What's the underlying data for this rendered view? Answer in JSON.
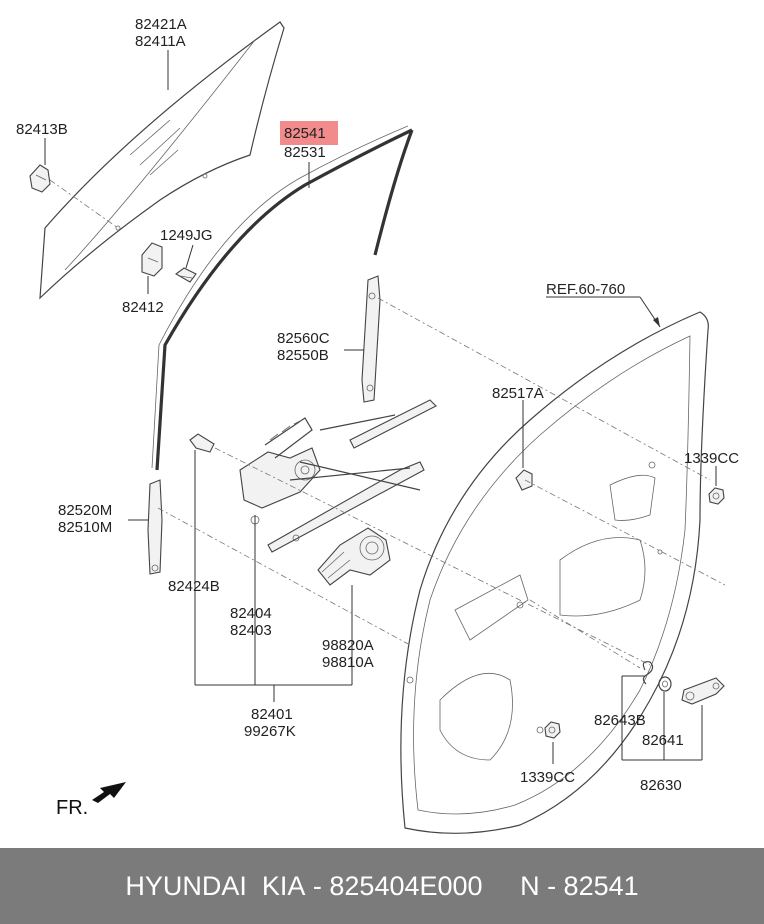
{
  "labels": {
    "p82421A": "82421A",
    "p82411A": "82411A",
    "p82413B": "82413B",
    "p1249JG": "1249JG",
    "p82412": "82412",
    "p82541": "82541",
    "p82531": "82531",
    "pREF": "REF.60-760",
    "p82560C": "82560C",
    "p82550B": "82550B",
    "p82517A": "82517A",
    "p1339CC_top": "1339CC",
    "p82520M": "82520M",
    "p82510M": "82510M",
    "p82424B": "82424B",
    "p82404": "82404",
    "p82403": "82403",
    "p98820A": "98820A",
    "p98810A": "98810A",
    "p82401": "82401",
    "p99267K": "99267K",
    "p82643B": "82643B",
    "p82641": "82641",
    "p1339CC_bottom": "1339CC",
    "p82630": "82630",
    "fr": "FR."
  },
  "highlight_color": "#f28b8b",
  "footer": {
    "brand": "HYUNDAI  KIA",
    "part_number": "825404E000",
    "reference": "N - 82541",
    "background": "#7b7b7b"
  }
}
